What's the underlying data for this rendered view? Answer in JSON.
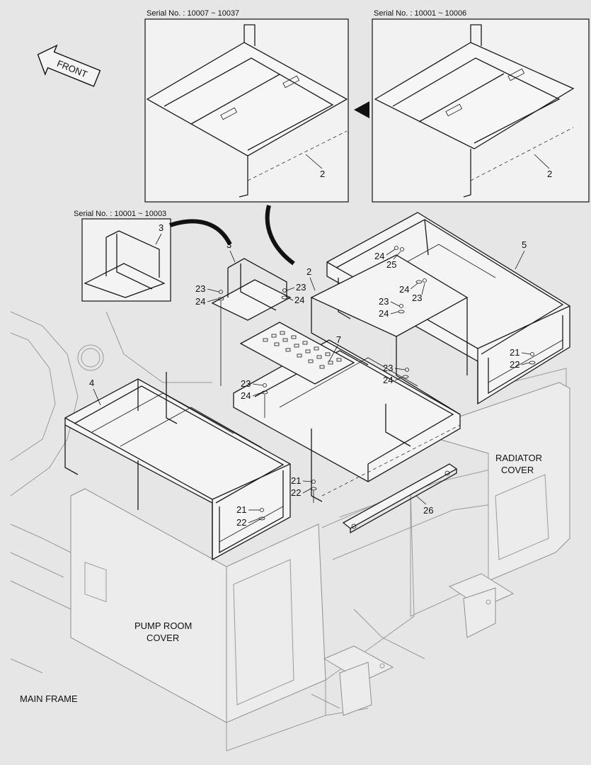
{
  "insets": {
    "left": {
      "serial": "Serial No. : 10007 ~ 10037",
      "callout": "2"
    },
    "right": {
      "serial": "Serial No. : 10001 ~ 10006",
      "callout": "2"
    },
    "small": {
      "serial": "Serial No. : 10001 ~ 10003",
      "callout": "3"
    }
  },
  "front_arrow": {
    "label": "FRONT"
  },
  "labels": {
    "pump_room_line1": "PUMP ROOM",
    "pump_room_line2": "COVER",
    "radiator_line1": "RADIATOR",
    "radiator_line2": "COVER",
    "main_frame": "MAIN FRAME"
  },
  "callouts": {
    "c2": "2",
    "c3": "3",
    "c4": "4",
    "c5": "5",
    "c7": "7",
    "c26": "26",
    "c23a": "23",
    "c24a": "24",
    "c23b": "23",
    "c24b": "24",
    "c24c": "24",
    "c25": "25",
    "c24d": "24",
    "c23d": "23",
    "c23e": "23",
    "c24e": "24",
    "c23f": "23",
    "c24f": "24",
    "c23g": "23",
    "c24g": "24",
    "c21a": "21",
    "c22a": "22",
    "c21b": "21",
    "c22b": "22",
    "c21c": "21",
    "c22c": "22"
  }
}
